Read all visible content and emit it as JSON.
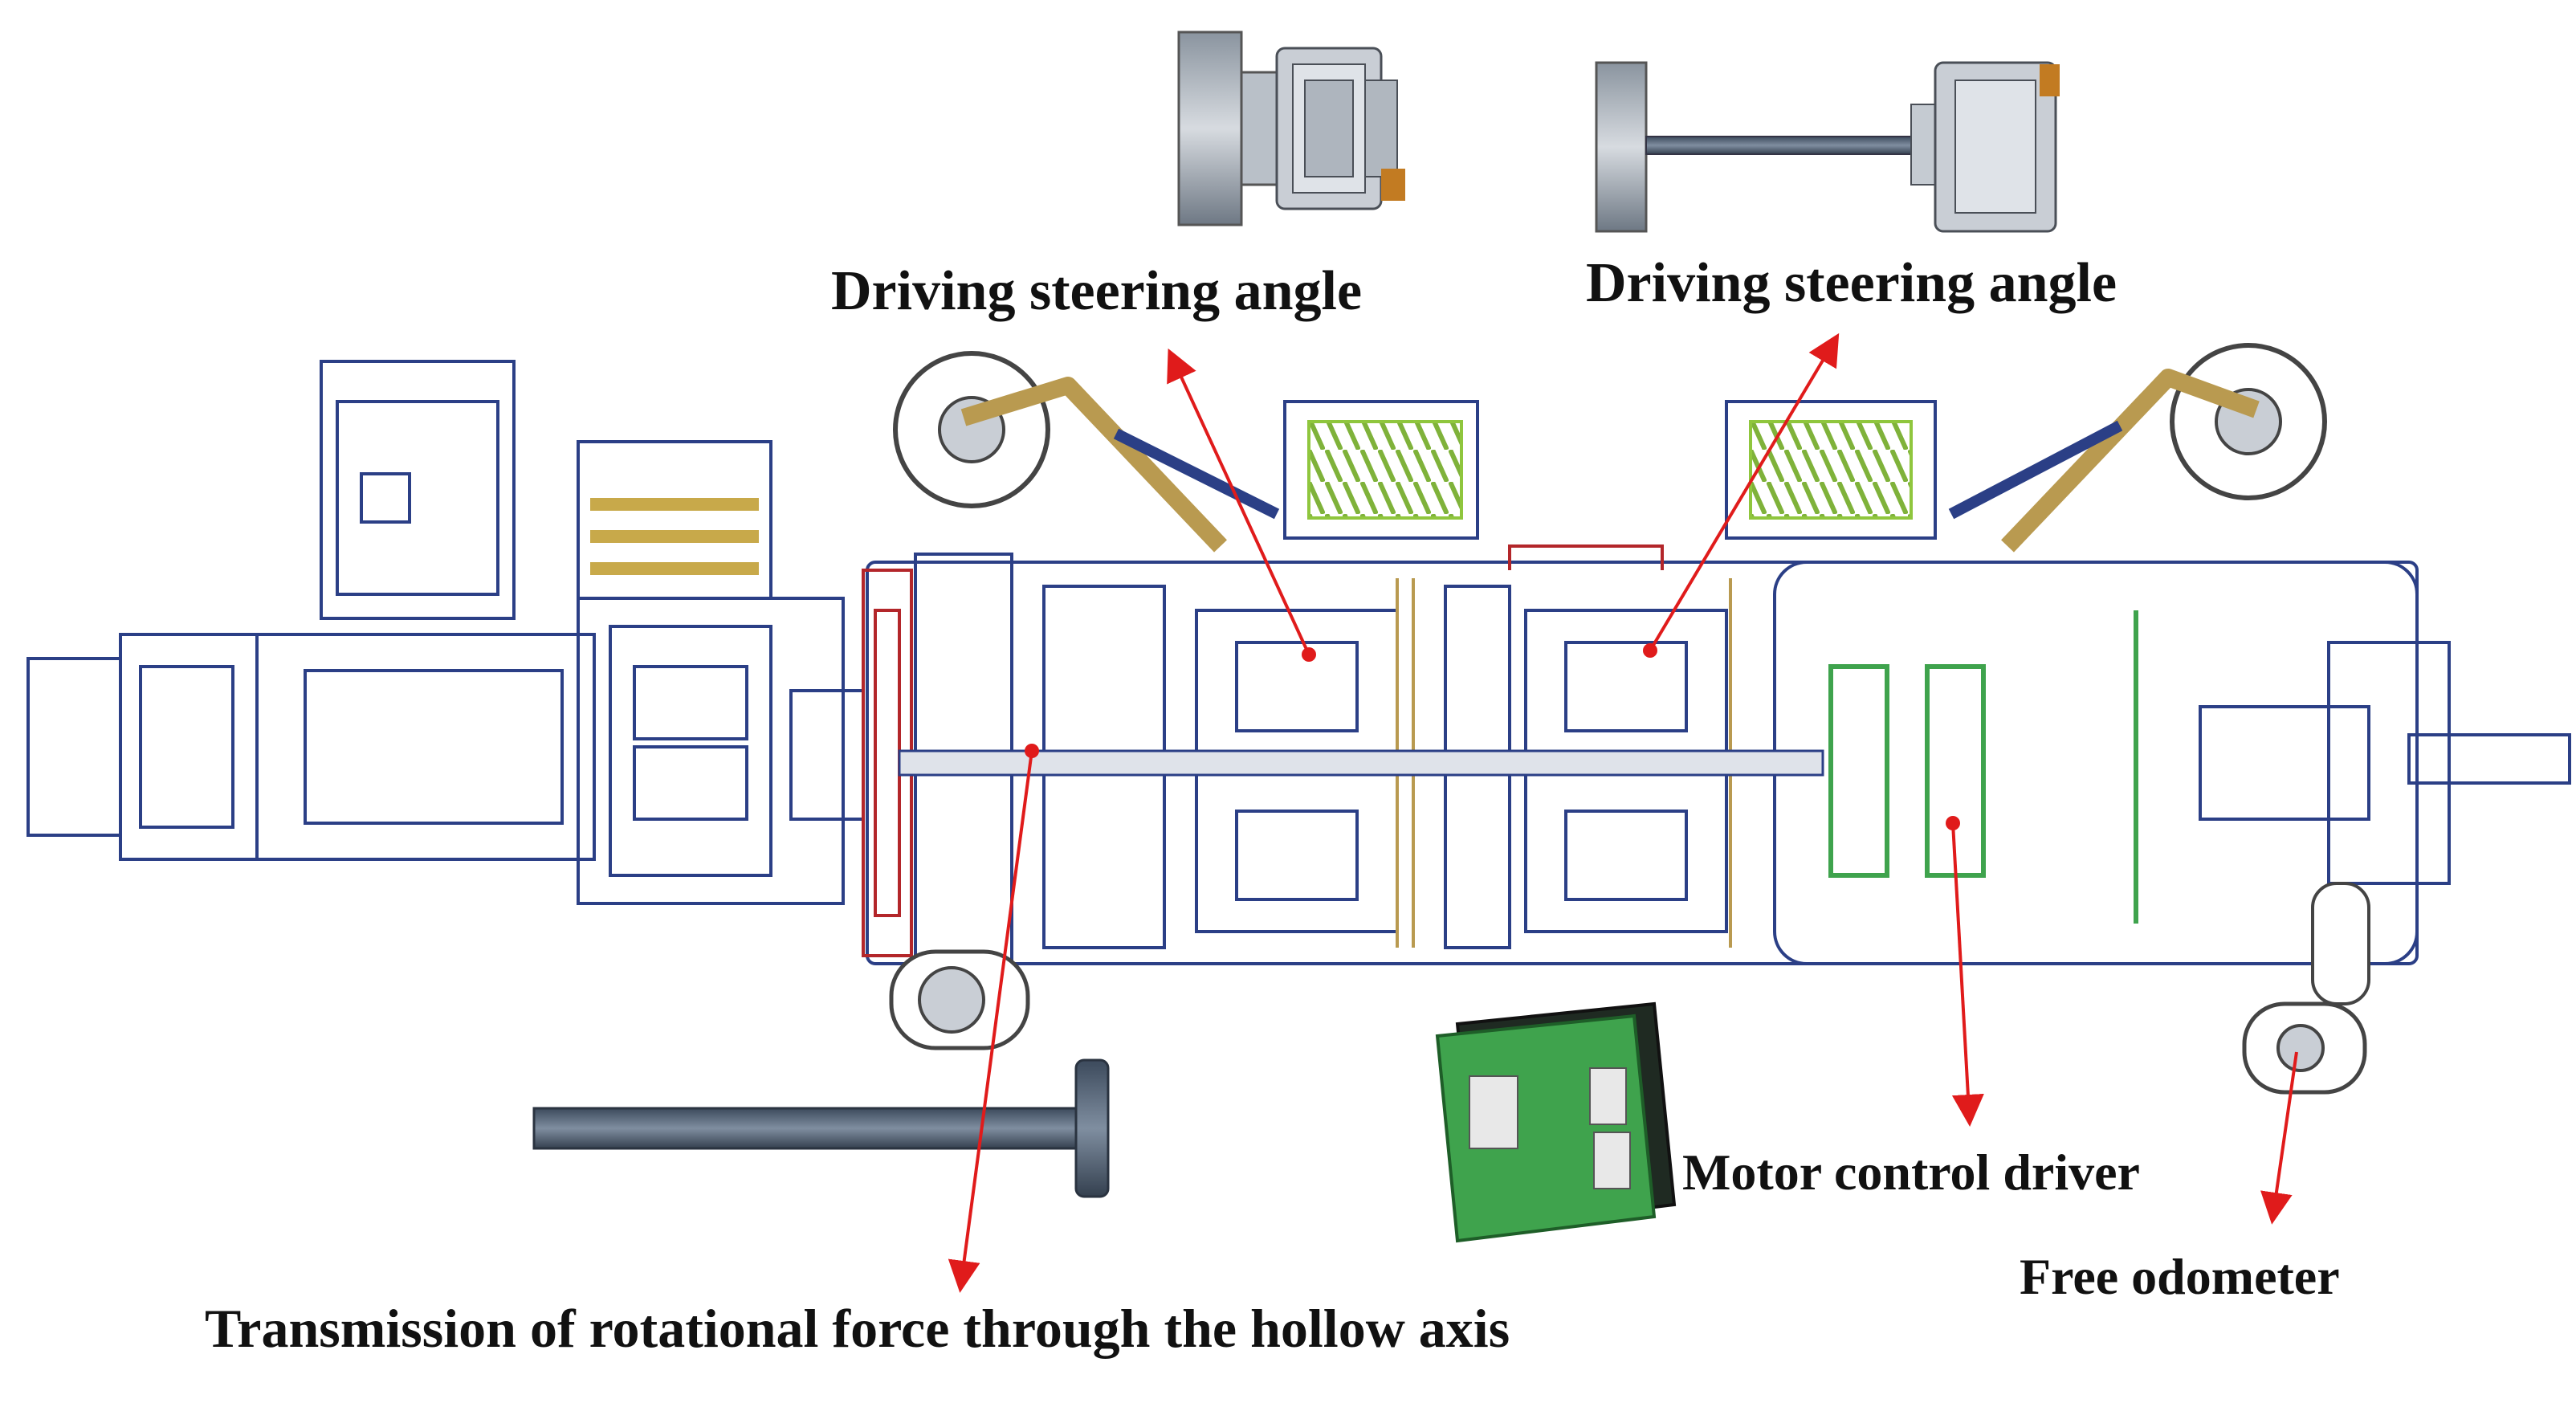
{
  "labels": {
    "steering_angle_1": "Driving steering angle",
    "steering_angle_2": "Driving steering angle",
    "motor_control_driver": "Motor control driver",
    "free_odometer": "Free odometer",
    "transmission": "Transmission of rotational force through the hollow axis"
  },
  "colors": {
    "outline_blue": "#2b3f86",
    "arrow_red": "#e01b1b",
    "spring_green": "#8fc63d",
    "link_tan": "#b99a50",
    "shaft_grey": "#4a5a6e",
    "pcb_green": "#3fa34d",
    "seal_red": "#b3262a"
  }
}
